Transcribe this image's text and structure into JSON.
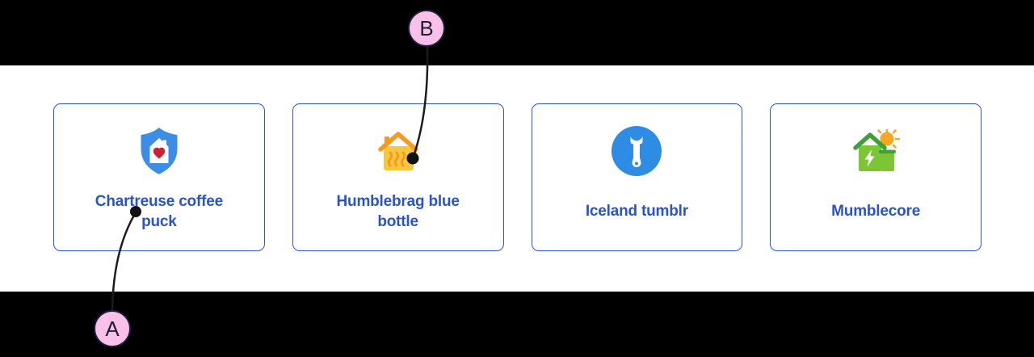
{
  "cards": [
    {
      "label": "Chartreuse coffee puck",
      "icon": "shield-heart-house-icon"
    },
    {
      "label": "Humblebrag blue bottle",
      "icon": "heating-house-icon"
    },
    {
      "label": "Iceland tumblr",
      "icon": "wrench-circle-icon"
    },
    {
      "label": "Mumblecore",
      "icon": "solar-house-icon"
    }
  ],
  "annotations": {
    "a": {
      "label": "A"
    },
    "b": {
      "label": "B"
    }
  },
  "colors": {
    "letterbox": "#000000",
    "card_border": "#2e56d6",
    "card_label_text": "#2a53cc",
    "marker_fill": "#f9c0e9",
    "marker_border": "#20203a",
    "connector_line": "#1c1c1c",
    "shield_blue": "#3c8de6",
    "heart_red": "#cf1f33",
    "house_yellow": "#f7c83d",
    "house_orange": "#f59a24",
    "wrench_circle_blue": "#2f8ce4",
    "solar_house_green": "#7cc534",
    "solar_roof_green": "#3f9f39",
    "sun_orange": "#f5a623"
  }
}
